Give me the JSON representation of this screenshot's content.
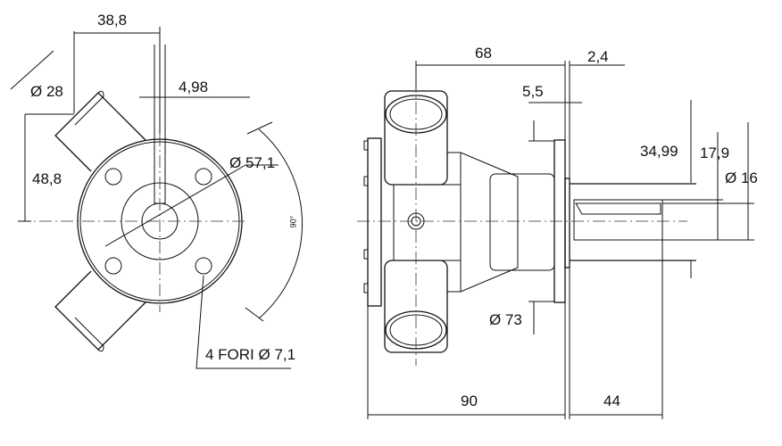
{
  "drawing": {
    "front_view": {
      "dim_offset": "38,8",
      "dim_port_diameter": "Ø 28",
      "dim_height": "48,8",
      "dim_slot": "4,98",
      "dim_bolt_circle": "Ø 57,1",
      "dim_angle": "90°",
      "holes_note": "4 FORI Ø 7,1"
    },
    "side_view": {
      "dim_68": "68",
      "dim_2_4": "2,4",
      "dim_5_5": "5,5",
      "dim_34_99": "34,99",
      "dim_17_9": "17,9",
      "dim_shaft": "Ø 16",
      "dim_flange": "Ø 73",
      "dim_90": "90",
      "dim_44": "44"
    }
  }
}
